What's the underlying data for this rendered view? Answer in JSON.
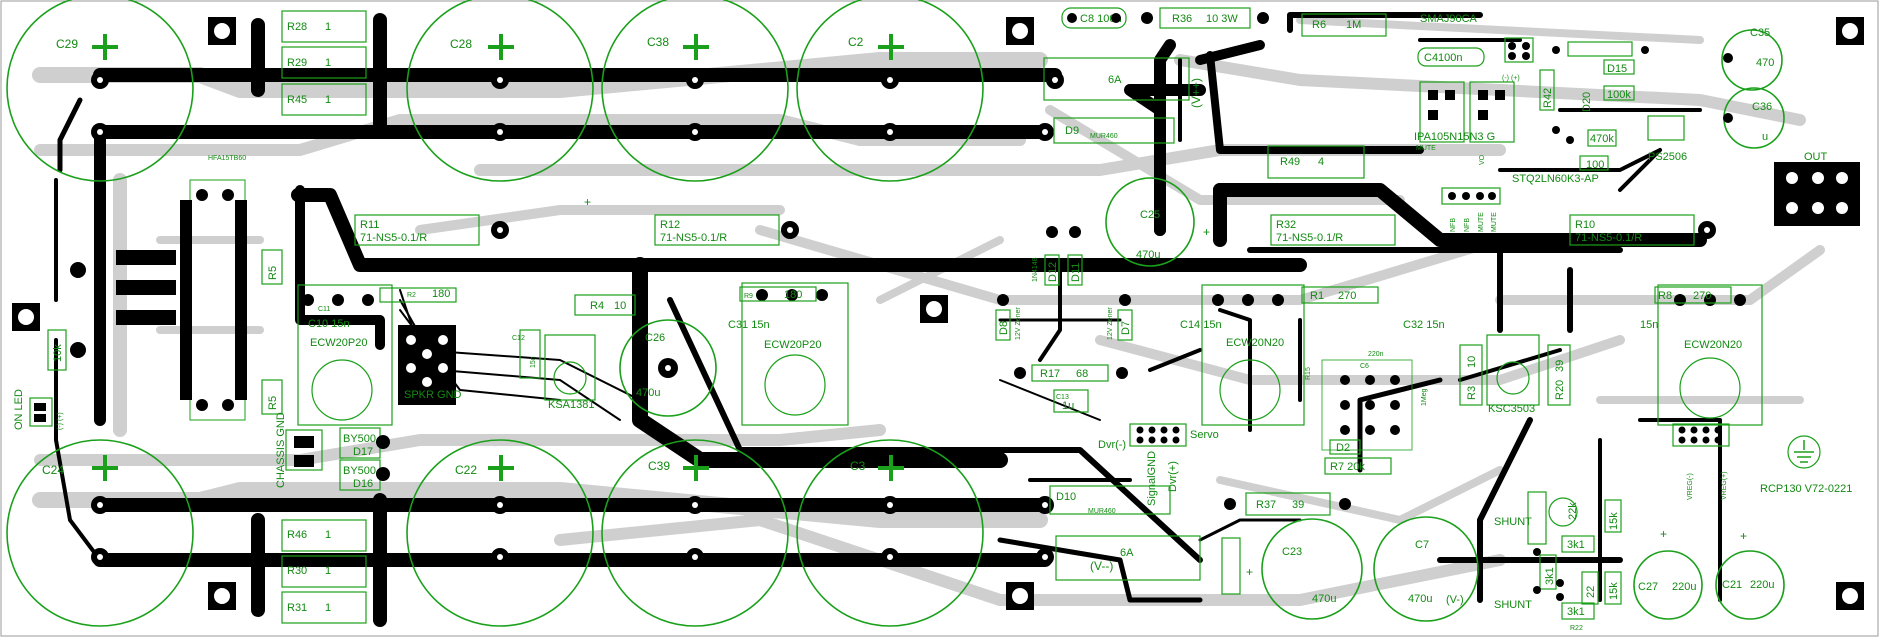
{
  "board": {
    "revision": "RCP130 V72-0221",
    "colors": {
      "bottom_copper": "#000000",
      "top_copper": "#cfcfcf",
      "silkscreen": "#1aa01a",
      "background": "#ffffff"
    }
  },
  "labels": {
    "c29": "C29",
    "c28": "C28",
    "c38": "C38",
    "c2": "C2",
    "c24": "C24",
    "c22": "C22",
    "c39": "C39",
    "c3": "C3",
    "c26": "C26",
    "c26v": "470u",
    "c25": "C25",
    "c25v": "470u",
    "c23": "C23",
    "c23v": "470u",
    "c7": "C7",
    "c7v": "470u",
    "c27": "C27",
    "c27v": "220u",
    "c21": "C21",
    "c21v": "220u",
    "c35": "C35",
    "c35v": "470",
    "c36": "C36",
    "c36v": "U",
    "r28": "R28",
    "r28v": "1",
    "r29": "R29",
    "r29v": "1",
    "r45": "R45",
    "r45v": "1",
    "r46": "R46",
    "r46v": "1",
    "r30": "R30",
    "r30v": "1",
    "r31": "R31",
    "r31v": "1",
    "c8": "C8 100n",
    "r36": "R36",
    "r36v": "10 3W",
    "r6": "R6",
    "r6v": "1M",
    "smaj": "SMAJ90CA",
    "c4": "C4100n",
    "cu": "(-) (+)",
    "fuse_top": "6A",
    "fuse_bot": "6A",
    "vpp": "(V++)",
    "vmm": "(V--)",
    "d9": "D9",
    "d9v": "MUR460",
    "d10": "D10",
    "d10v": "MUR460",
    "hfa": "HFA15TB60",
    "r11": "R11",
    "r11v": "71-NS5-0.1/R",
    "r12": "R12",
    "r12v": "71-NS5-0.1/R",
    "r32": "R32",
    "r32v": "71-NS5-0.1/R",
    "r10": "R10",
    "r10v": "71-NS5-0.1/R",
    "r49": "R49",
    "r49v": "4",
    "r2": "R2",
    "r2v": "180",
    "r9": "R9",
    "r9v": "180",
    "r1": "R1",
    "r1v": "270",
    "r8": "R8",
    "r8v": "270",
    "r4": "R4",
    "r4v": "10",
    "r3": "R3",
    "r3v": "10",
    "r20": "R20",
    "r20v": "39",
    "r17": "R17",
    "r17v": "68",
    "r37": "R37",
    "r37v": "39",
    "r7": "R7 20k",
    "c10": "C10 15n",
    "c11": "C11",
    "c31": "C31 15n",
    "c14": "C14 15n",
    "c32": "C32 15n",
    "c12": "C12",
    "c12v": "15n",
    "c13": "C13",
    "c13v": "1u",
    "c15": "15n",
    "d11": "D11",
    "d12": "D12",
    "d8": "D8",
    "d7": "D7",
    "d2": "D2",
    "zener": "12V Zener",
    "n4148": "1N4148",
    "ecw_p1": "ECW20P20",
    "ecw_p2": "ECW20P20",
    "ecw_n1": "ECW20N20",
    "ecw_n2": "ECW20N20",
    "ksa": "KSA1381",
    "ksc": "KSC3503",
    "by500a": "BY500",
    "d17": "D17",
    "by500b": "BY500",
    "d16": "D16",
    "spkr": "SPKR GND",
    "chassis": "CHASSIS GND",
    "onled": "ON LED",
    "onled_pol": "(-) (+)",
    "r5a": "R5",
    "r5b": "R5",
    "k10": "10k",
    "servo": "Servo",
    "signal_gnd": "SignalGND",
    "dvr_plus": "Dvr(+)",
    "dvr_minus": "Dvr(-)",
    "vreg_plus": "VREG(+)",
    "vreg_minus": "VREG(-)",
    "shunt_top": "SHUNT",
    "shunt_bot": "SHUNT",
    "vminus": "(V-)",
    "k3a": "3k1",
    "k3b": "3k1",
    "k15a": "15k",
    "k15b": "15k",
    "k22a": "22k",
    "k22b": "22",
    "r22": "R22",
    "k3n": "3k1",
    "ipa": "IPA105N15N3 G",
    "stq": "STQ2LN60K3-AP",
    "ps": "PS2506",
    "k470": "470k",
    "k100a": "100",
    "k100b": "100k",
    "d15": "D15",
    "d20": "D20",
    "r42": "R42",
    "nfb1": "NFB",
    "nfb2": "NFB",
    "mute1": "MUTE",
    "mute2": "MUTE",
    "vo": "VO",
    "mute_gate": "MUTE",
    "out": "OUT",
    "u": "u",
    "meg": "1Meg",
    "c6": "C6",
    "k220": "220n",
    "r15": "R15"
  }
}
